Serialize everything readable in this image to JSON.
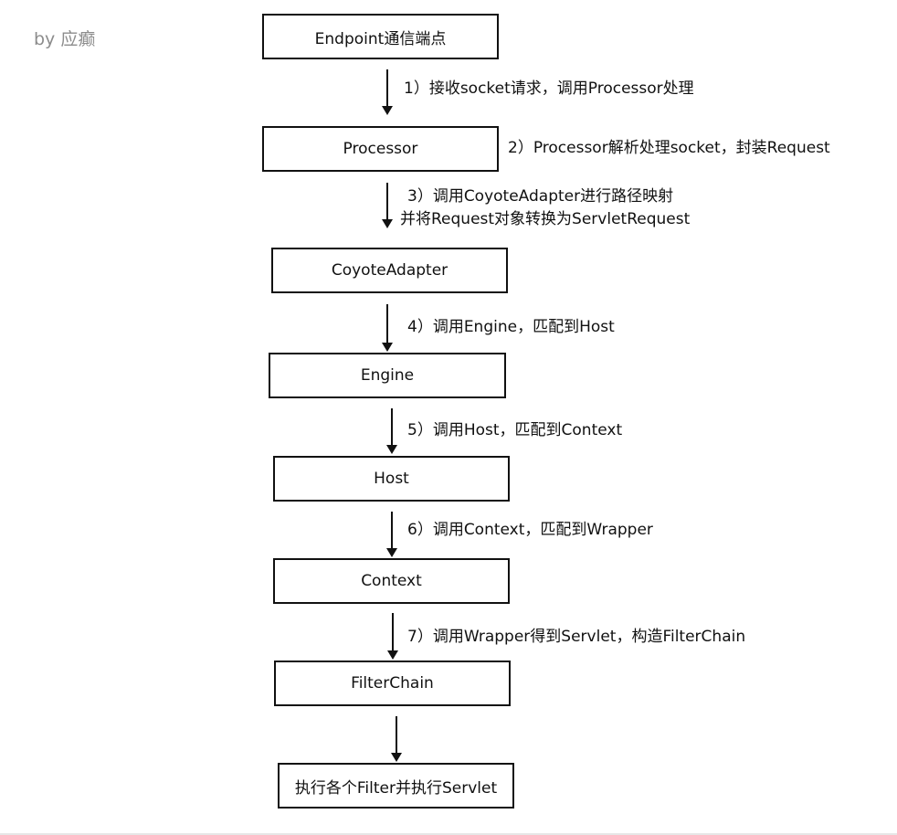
{
  "watermark": "by 应癫",
  "nodes": [
    {
      "id": "endpoint",
      "label": "Endpoint通信端点"
    },
    {
      "id": "processor",
      "label": "Processor"
    },
    {
      "id": "coyote-adapter",
      "label": "CoyoteAdapter"
    },
    {
      "id": "engine",
      "label": "Engine"
    },
    {
      "id": "host",
      "label": "Host"
    },
    {
      "id": "context",
      "label": "Context"
    },
    {
      "id": "filterchain",
      "label": "FilterChain"
    },
    {
      "id": "servlet",
      "label": "执行各个Filter并执行Servlet"
    }
  ],
  "steps": [
    {
      "lines": [
        "1）接收socket请求，调用Processor处理"
      ]
    },
    {
      "lines": [
        "2）Processor解析处理socket，封装Request"
      ]
    },
    {
      "lines": [
        "3）调用CoyoteAdapter进行路径映射",
        "并将Request对象转换为ServletRequest"
      ]
    },
    {
      "lines": [
        "4）调用Engine，匹配到Host"
      ]
    },
    {
      "lines": [
        "5）调用Host，匹配到Context"
      ]
    },
    {
      "lines": [
        "6）调用Context，匹配到Wrapper"
      ]
    },
    {
      "lines": [
        "7）调用Wrapper得到Servlet，构造FilterChain"
      ]
    }
  ]
}
